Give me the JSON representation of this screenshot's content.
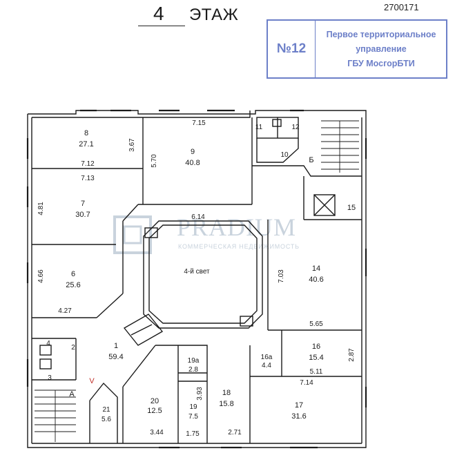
{
  "header": {
    "floor_number": "4",
    "floor_word": "ЭТАЖ",
    "doc_number": "2700171"
  },
  "stamp": {
    "number": "№12",
    "line1": "Первое территориальное",
    "line2": "управление",
    "line3": "ГБУ МосгорБТИ",
    "color": "#6c7fc8"
  },
  "watermark": {
    "title": "PRADIUM",
    "subtitle": "КОММЕРЧЕСКАЯ НЕДВИЖИМОСТЬ"
  },
  "rooms": {
    "r8": {
      "num": "8",
      "area": "27.1"
    },
    "r9": {
      "num": "9",
      "area": "40.8"
    },
    "r7": {
      "num": "7",
      "area": "30.7"
    },
    "r6": {
      "num": "6",
      "area": "25.6"
    },
    "r1": {
      "num": "1",
      "area": "59.4"
    },
    "r14": {
      "num": "14",
      "area": "40.6"
    },
    "r16": {
      "num": "16",
      "area": "15.4"
    },
    "r16a": {
      "num": "16a",
      "area": "4.4"
    },
    "r17": {
      "num": "17",
      "area": "31.6"
    },
    "r18": {
      "num": "18",
      "area": "15.8"
    },
    "r19": {
      "num": "19",
      "area": "7.5"
    },
    "r19a": {
      "num": "19a",
      "area": "2.8"
    },
    "r20": {
      "num": "20",
      "area": "12.5"
    },
    "r21": {
      "num": "21",
      "area": "5.6"
    },
    "r2": "2",
    "r3": "3",
    "r4": "4",
    "r10": "10",
    "r11": "11",
    "r12": "12",
    "r15": "15",
    "light_well": "4-й свет"
  },
  "labels": {
    "stair_a": "А",
    "stair_b": "Б",
    "mark_v": "V"
  },
  "dimensions": {
    "d7_15": "7.15",
    "d3_67": "3.67",
    "d5_70": "5.70",
    "d7_12": "7.12",
    "d7_13": "7.13",
    "d4_81": "4.81",
    "d6_14": "6.14",
    "d4_66": "4.66",
    "d4_27": "4.27",
    "d7_03": "7.03",
    "d5_65": "5.65",
    "d2_87": "2.87",
    "d5_11": "5.11",
    "d7_14": "7.14",
    "d3_93": "3.93",
    "d3_44": "3.44",
    "d1_75": "1.75",
    "d2_71": "2.71"
  }
}
